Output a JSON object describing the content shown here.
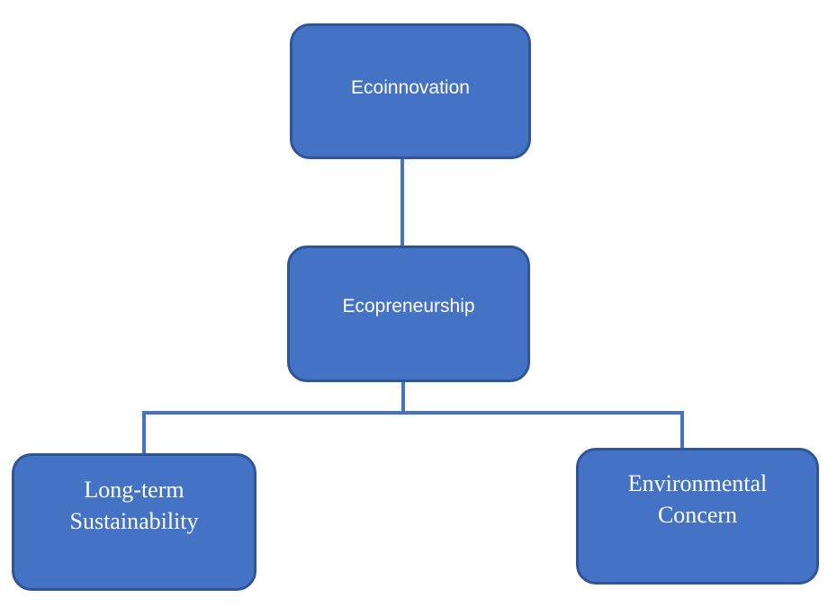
{
  "diagram": {
    "type": "flowchart",
    "background": "#FFFFFF",
    "colors": {
      "node_fill": "#4472C4",
      "node_border": "#2F5597",
      "connector": "#4472C4",
      "text": "#FFFFFF"
    },
    "nodes": [
      {
        "id": "ecoinnovation",
        "label": "Ecoinnovation"
      },
      {
        "id": "ecopreneurship",
        "label": "Ecopreneurship"
      },
      {
        "id": "long-term-sustainability",
        "label": "Long-term Sustainability"
      },
      {
        "id": "environmental-concern",
        "label": "Environmental Concern"
      }
    ],
    "edges": [
      {
        "from": "ecoinnovation",
        "to": "ecopreneurship"
      },
      {
        "from": "ecopreneurship",
        "to": "long-term-sustainability"
      },
      {
        "from": "ecopreneurship",
        "to": "environmental-concern"
      }
    ]
  }
}
